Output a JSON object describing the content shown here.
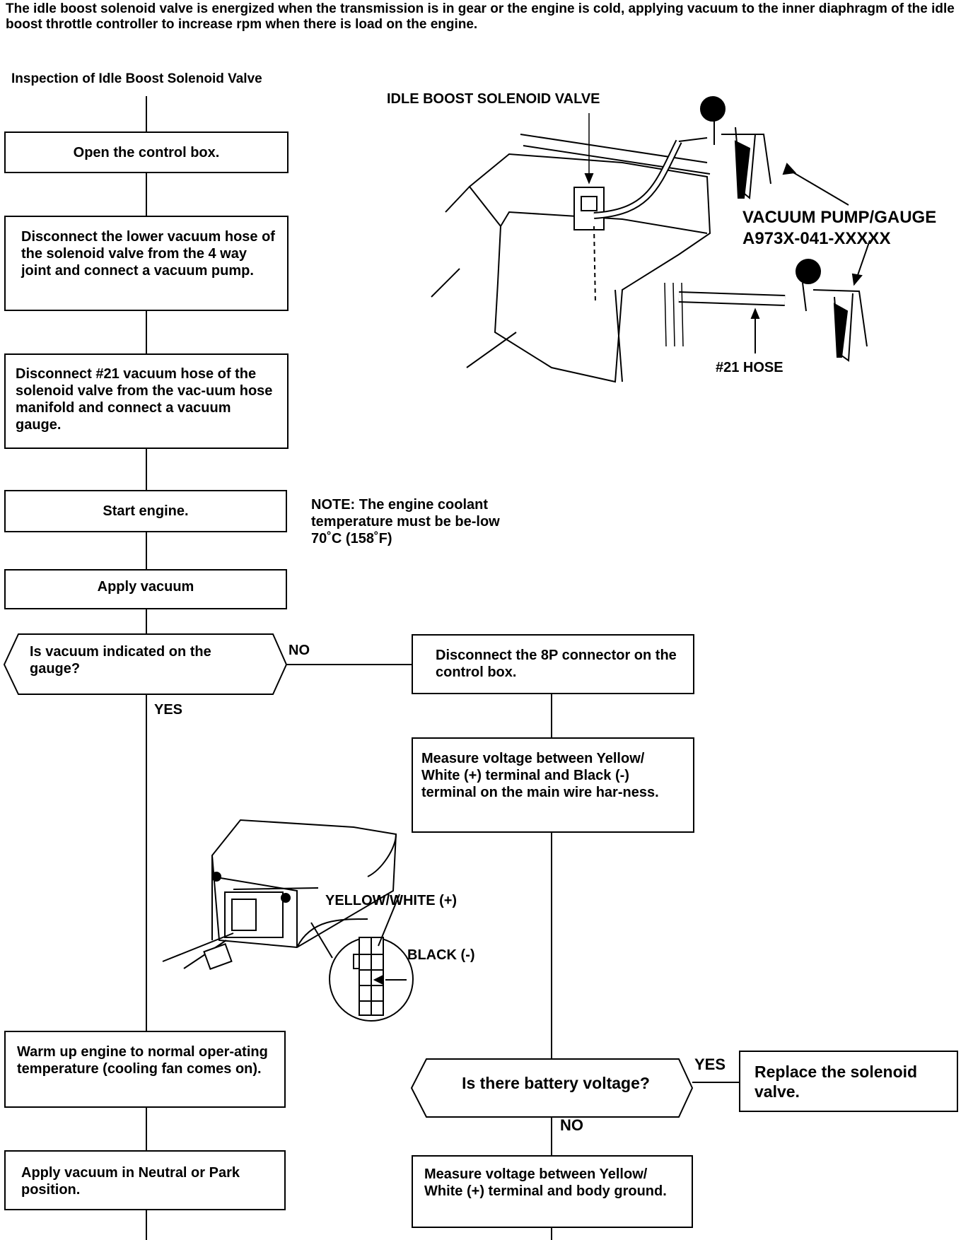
{
  "intro": "The idle boost solenoid valve is energized when the transmission is in gear or the engine is cold, applying vacuum to the inner diaphragm of the idle boost throttle controller to increase rpm when there is load on the engine.",
  "flow_title": "Inspection of Idle Boost Solenoid Valve",
  "steps": {
    "open_box": "Open the control box.",
    "disconnect_lower": "Disconnect the lower vacuum hose of the solenoid valve from the 4 way joint and connect a vacuum pump.",
    "disconnect_21": "Disconnect #21 vacuum hose of the solenoid valve from the vac-uum hose manifold and connect a vacuum gauge.",
    "start_engine": "Start engine.",
    "apply_vacuum": "Apply vacuum",
    "q_vacuum": "Is vacuum indicated on the gauge?",
    "disconnect_8p": "Disconnect the 8P connector on the control box.",
    "measure_1": "Measure voltage between Yellow/ White (+) terminal and Black (-) terminal on the main wire har-ness.",
    "warm_up": "Warm up engine to normal oper-ating temperature (cooling fan comes on).",
    "q_battery": "Is there battery voltage?",
    "replace": "Replace the solenoid valve.",
    "apply_neutral": "Apply vacuum in Neutral or Park position.",
    "measure_2": "Measure voltage between Yellow/ White (+) terminal and body ground."
  },
  "note": "NOTE:  The engine coolant temperature must be be-low 70˚C (158˚F)",
  "branches": {
    "no1": "NO",
    "yes1": "YES",
    "yes2": "YES",
    "no2": "NO"
  },
  "illustration": {
    "valve_label": "IDLE BOOST SOLENOID VALVE",
    "pump_label": "VACUUM PUMP/GAUGE",
    "pump_part": "A973X-041-XXXXX",
    "hose_label": "#21  HOSE",
    "yw_label": "YELLOW/WHITE (+)",
    "black_label": "BLACK (-)"
  }
}
